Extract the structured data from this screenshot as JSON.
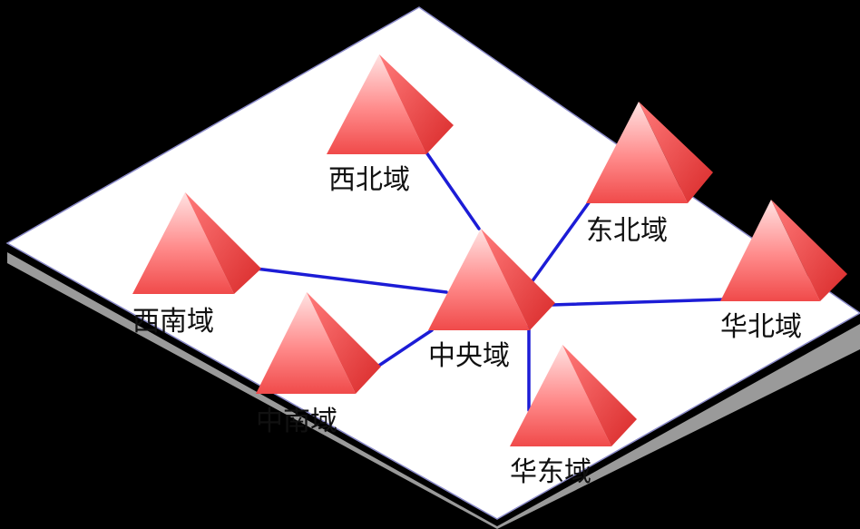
{
  "diagram": {
    "colors": {
      "background": "#000000",
      "plane_fill": "#ffffff",
      "plane_border": "#8a8ac8",
      "plane_shadow": "#9a9a9a",
      "pyramid_light": "#ffd9d9",
      "pyramid_mid": "#ff6a6a",
      "pyramid_dark": "#e83232",
      "link_color": "#1c1cd6"
    },
    "nodes": {
      "center": "中央域",
      "northwest": "西北域",
      "northeast": "东北域",
      "southwest": "西南域",
      "central_south": "中南域",
      "north_china": "华北域",
      "east_china": "华东域"
    }
  }
}
